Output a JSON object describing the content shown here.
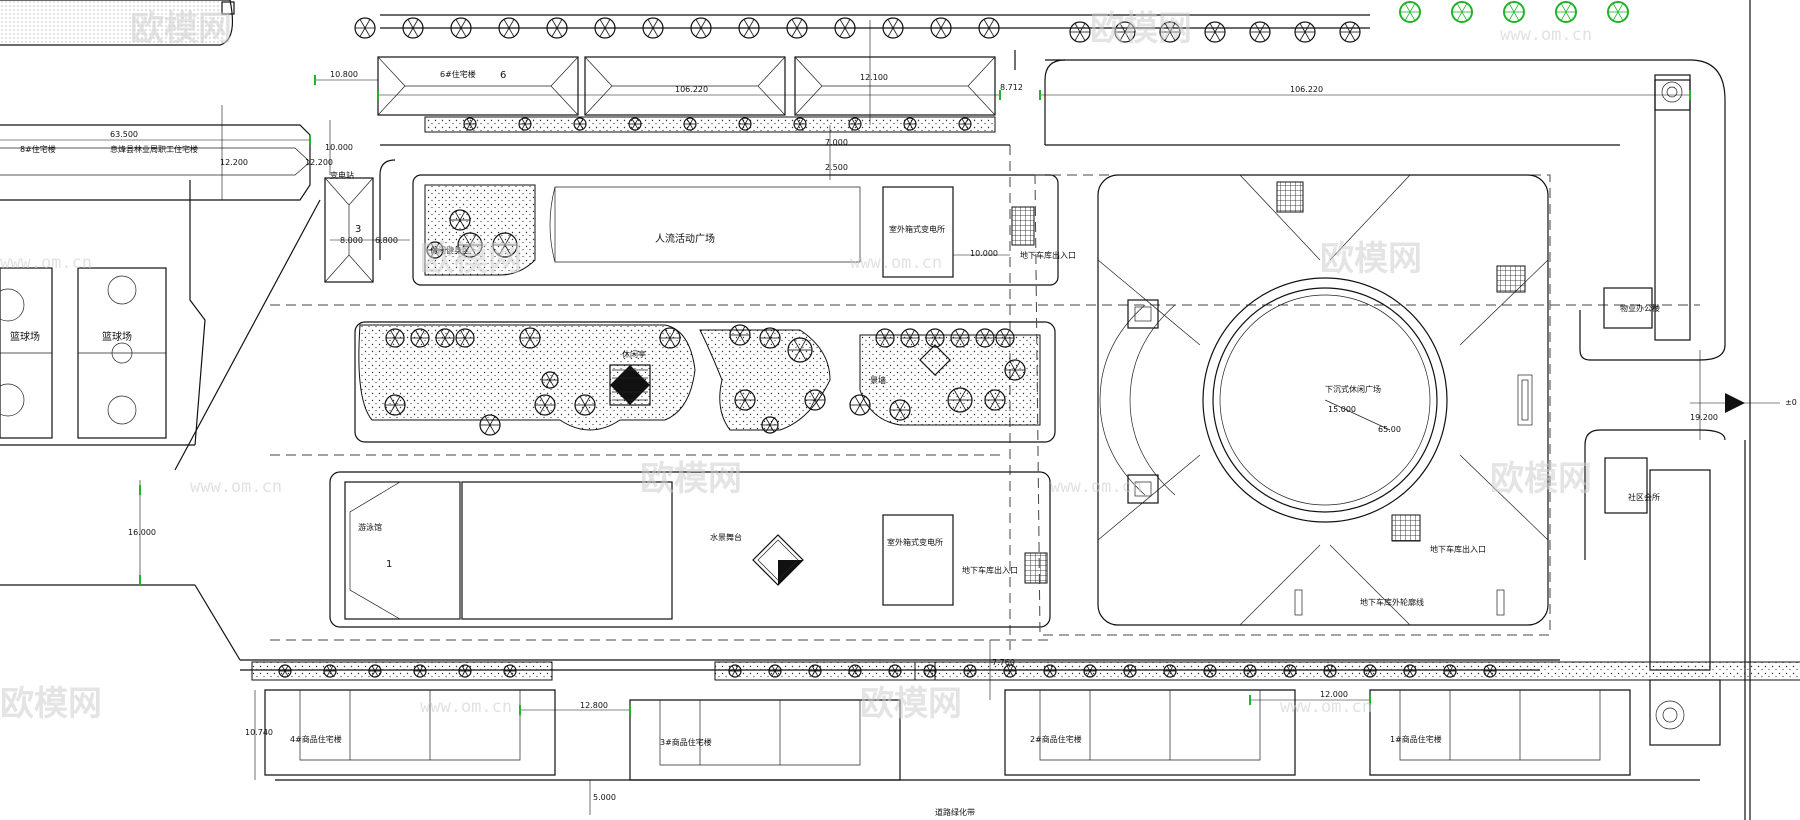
{
  "buildings": {
    "b6": "6#住宅楼",
    "b6_num": "6",
    "b8": "8#住宅楼",
    "b_worker": "息烽县林业局职工住宅楼",
    "sub_a": "变电站",
    "sub_a_num": "3",
    "box_sub_1": "室外箱式变电所",
    "box_sub_2": "室外箱式变电所",
    "pool": "游泳馆",
    "pool_num": "1",
    "b1": "1#商品住宅楼",
    "b2": "2#商品住宅楼",
    "b3": "3#商品住宅楼",
    "b4": "4#商品住宅楼",
    "mgmt": "物业办公楼",
    "club": "社区会所"
  },
  "areas": {
    "plaza_people": "人流活动广场",
    "garden": "休闲健身区",
    "pavilion": "休闲亭",
    "shelter": "景墙",
    "water_stage": "水景舞台",
    "sunken": "下沉式休闲广场",
    "basket1": "篮球场",
    "basket2": "篮球场",
    "exit1": "地下车库出入口",
    "exit2": "地下车库出入口",
    "exit3": "地下车库出入口",
    "garage_line": "地下车库外轮廓线",
    "road": "道路绿化带"
  },
  "dims": {
    "d1": "10.800",
    "d2": "106.220",
    "d3": "12.100",
    "d4": "8.712",
    "d5": "106.220",
    "d6": "63.500",
    "d7": "12.200",
    "d8": "10.000",
    "d9": "12.200",
    "d10": "2.500",
    "d11": "7.000",
    "d12": "8.000",
    "d13": "6.800",
    "d14": "10.000",
    "d15": "16.000",
    "d16": "10.740",
    "d17": "12.800",
    "d18": "7.760",
    "d19": "12.000",
    "d20": "5.000",
    "d21": "19.200",
    "d22": "65.00",
    "d23": "15.000",
    "axis": "±0"
  },
  "watermark": {
    "brand": "欧模网",
    "url": "www.om.cn"
  }
}
